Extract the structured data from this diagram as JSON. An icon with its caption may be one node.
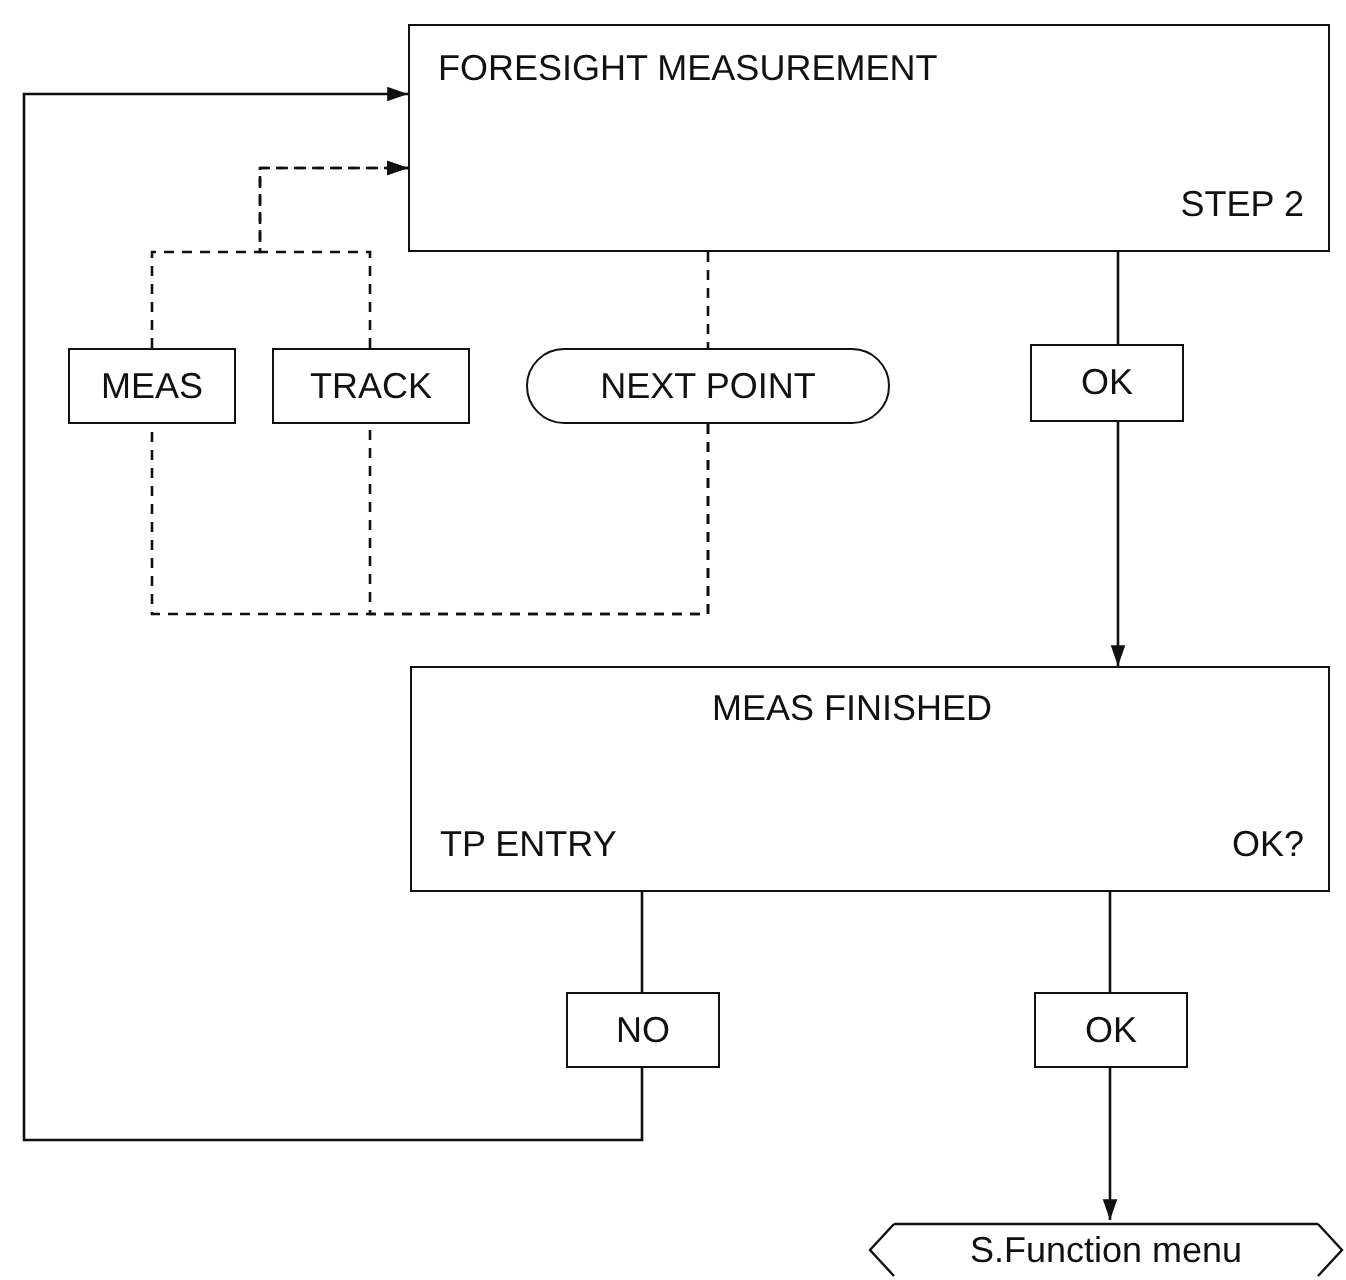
{
  "diagram": {
    "nodes": [
      {
        "text": [
          "FORESIGHT MEASUREMENT",
          "STEP 2"
        ]
      },
      {
        "text": [
          "MEAS"
        ]
      },
      {
        "text": [
          "TRACK"
        ]
      },
      {
        "text": [
          "NEXT POINT"
        ]
      },
      {
        "text": [
          "OK"
        ]
      },
      {
        "text": [
          "MEAS FINISHED",
          "TP ENTRY",
          "OK?"
        ]
      },
      {
        "text": [
          "NO"
        ]
      },
      {
        "text": [
          "OK"
        ]
      },
      {
        "text": [
          "S.Function menu"
        ]
      }
    ],
    "edges": [
      {
        "from": 1,
        "to": 0,
        "arrow": "to",
        "style": "dashed"
      },
      {
        "from": 2,
        "to": 0,
        "arrow": "to",
        "style": "dashed"
      },
      {
        "from": 0,
        "to": 3,
        "arrow": "none",
        "style": "dashed"
      },
      {
        "from": 3,
        "to": 1,
        "arrow": "none",
        "style": "dashed"
      },
      {
        "from": 3,
        "to": 2,
        "arrow": "none",
        "style": "dashed"
      },
      {
        "from": 0,
        "to": 4,
        "arrow": "none"
      },
      {
        "from": 4,
        "to": 5,
        "arrow": "to"
      },
      {
        "from": 5,
        "to": 6,
        "arrow": "none"
      },
      {
        "from": 6,
        "to": 0,
        "arrow": "to"
      },
      {
        "from": 5,
        "to": 7,
        "arrow": "none"
      },
      {
        "from": 7,
        "to": 8,
        "arrow": "to"
      }
    ]
  }
}
